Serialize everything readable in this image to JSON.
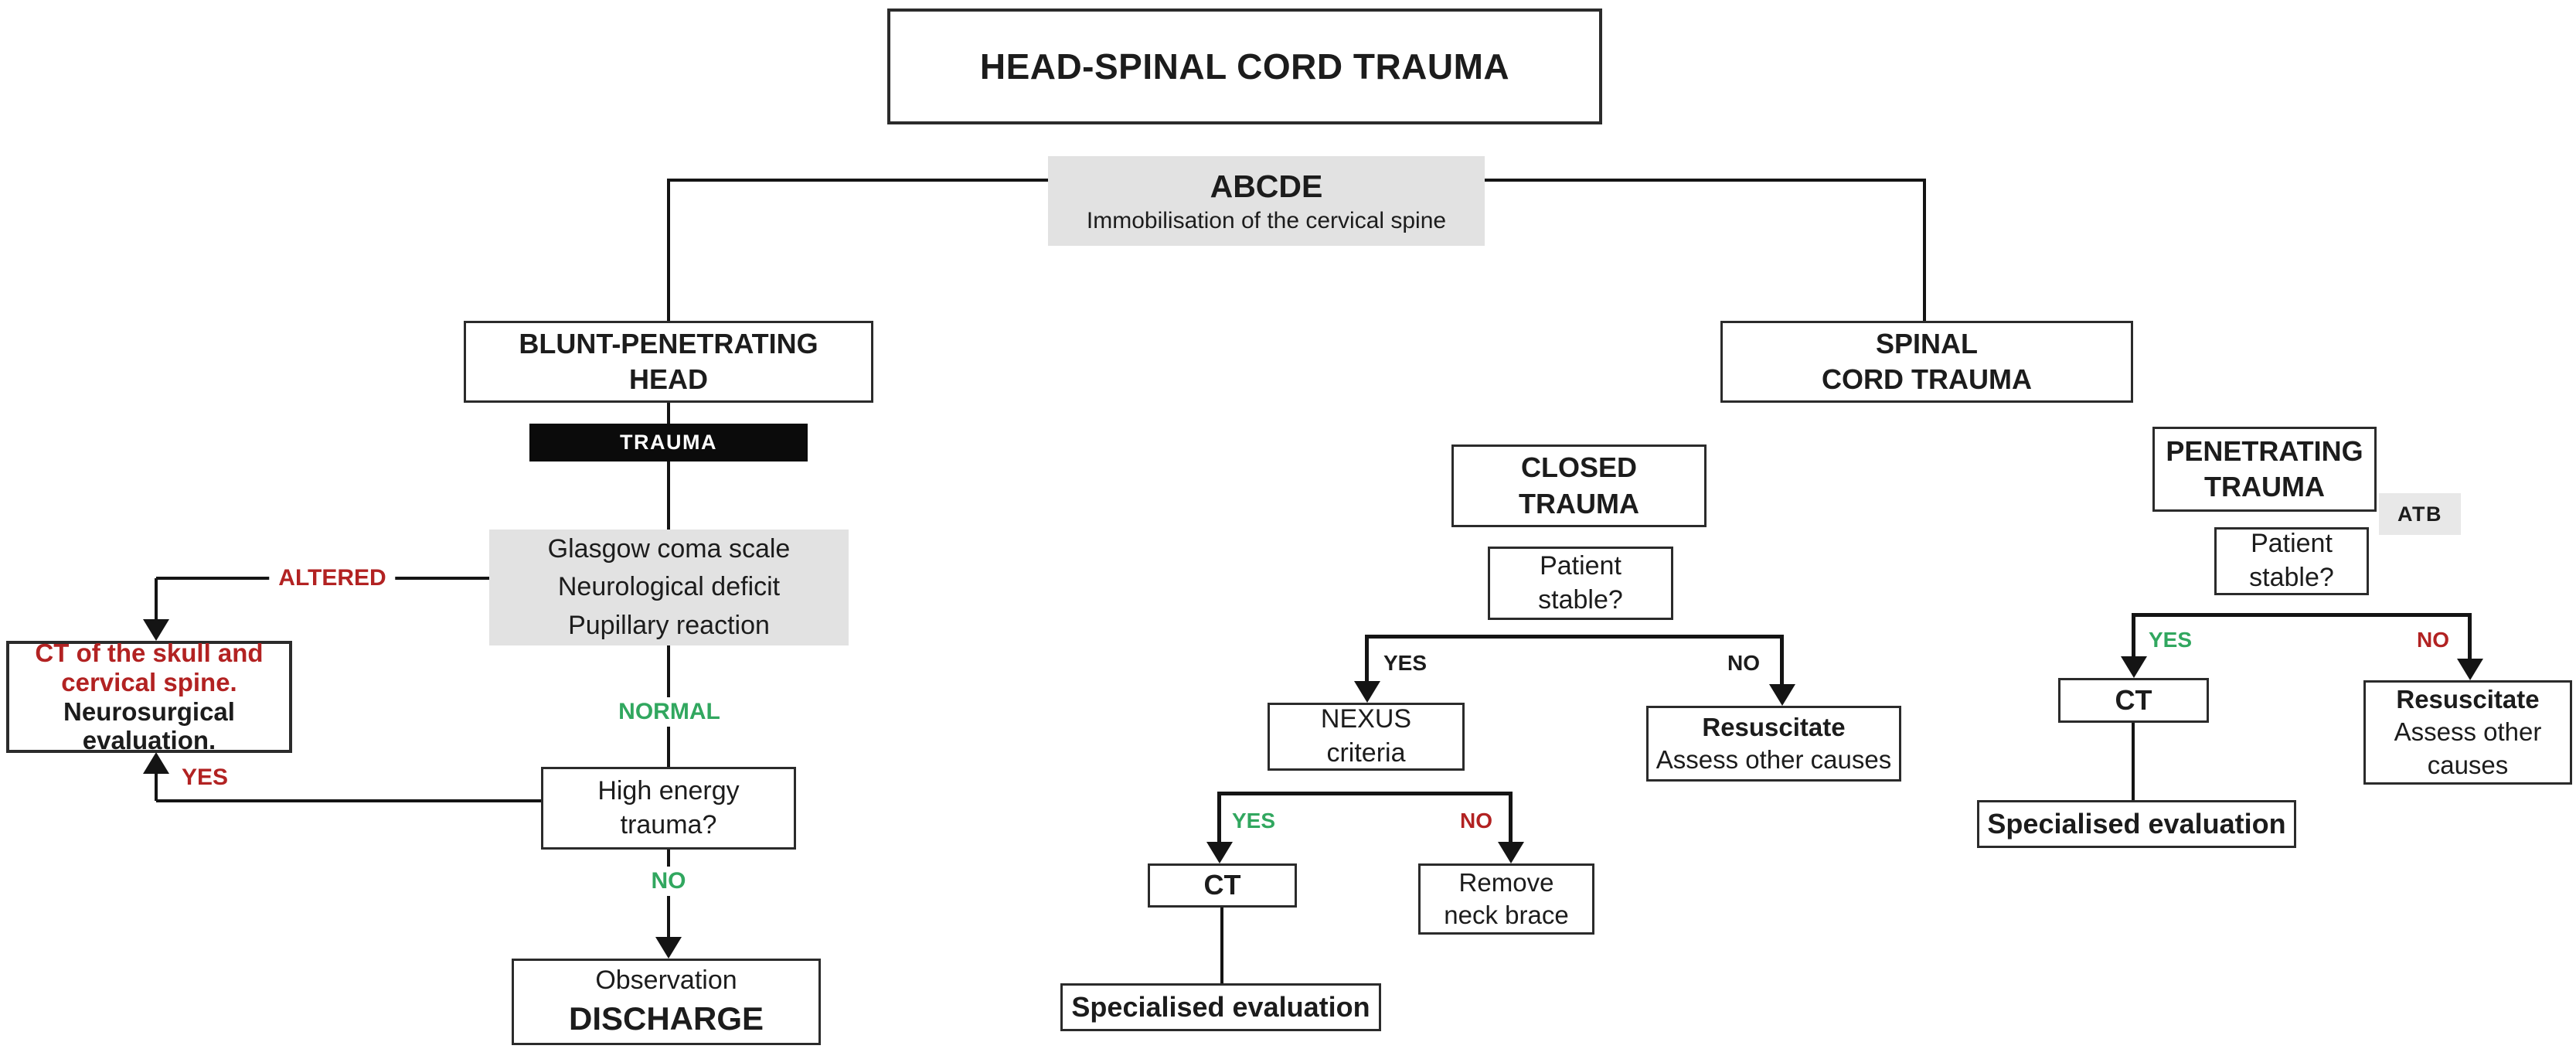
{
  "colors": {
    "red": "#b22222",
    "green": "#31a75f",
    "gray_fill": "#e2e2e2",
    "line": "#141414"
  },
  "title": "HEAD-SPINAL CORD TRAUMA",
  "abcde": {
    "heading": "ABCDE",
    "subheading": "Immobilisation of the cervical spine"
  },
  "head_branch": {
    "box_line1": "BLUNT-PENETRATING",
    "box_line2": "HEAD",
    "banner": "TRAUMA",
    "assessment_lines": [
      "Glasgow coma scale",
      "Neurological deficit",
      "Pupillary reaction"
    ],
    "altered_label": "ALTERED",
    "ct_box": {
      "red_line1": "CT of the skull and",
      "red_line2": "cervical spine.",
      "black_line1": "Neurosurgical",
      "black_line2": "evaluation."
    },
    "normal_label": "NORMAL",
    "high_energy": {
      "line1": "High energy",
      "line2": "trauma?"
    },
    "yes_label": "YES",
    "no_label": "NO",
    "outcome": {
      "line1": "Observation",
      "line2": "DISCHARGE"
    }
  },
  "spinal_branch": {
    "box_line1": "SPINAL",
    "box_line2": "CORD TRAUMA",
    "closed": {
      "box_line1": "CLOSED",
      "box_line2": "TRAUMA",
      "patient_stable": {
        "line1": "Patient",
        "line2": "stable?"
      },
      "stable_yes": "YES",
      "stable_no": "NO",
      "nexus": {
        "line1": "NEXUS",
        "line2": "criteria"
      },
      "resuscitate": {
        "line1": "Resuscitate",
        "line2": "Assess other causes"
      },
      "nexus_yes": "YES",
      "nexus_no": "NO",
      "ct_label": "CT",
      "remove_brace": {
        "line1": "Remove",
        "line2": "neck brace"
      },
      "specialised": "Specialised evaluation"
    },
    "penetrating": {
      "box_line1": "PENETRATING",
      "box_line2": "TRAUMA",
      "atb_label": "ATB",
      "patient_stable": {
        "line1": "Patient",
        "line2": "stable?"
      },
      "stable_yes": "YES",
      "stable_no": "NO",
      "ct_label": "CT",
      "resuscitate": {
        "line1": "Resuscitate",
        "line2": "Assess other",
        "line3": "causes"
      },
      "specialised": "Specialised evaluation"
    }
  }
}
